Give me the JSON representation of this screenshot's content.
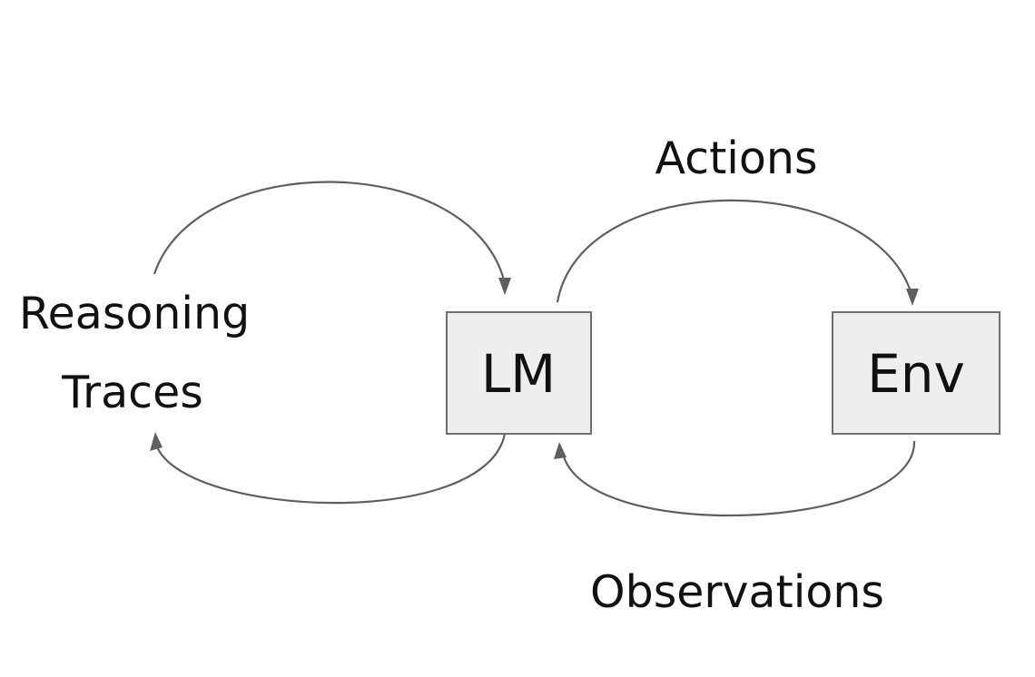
{
  "diagram": {
    "nodes": {
      "lm": {
        "label": "LM"
      },
      "env": {
        "label": "Env"
      }
    },
    "labels": {
      "actions": "Actions",
      "observations": "Observations",
      "reasoning_line1": "Reasoning",
      "reasoning_line2": "Traces"
    },
    "colors": {
      "box_fill": "#eeeeee",
      "box_stroke": "#6f6f6f",
      "arrow": "#5f5f5f",
      "text": "#111111"
    }
  }
}
